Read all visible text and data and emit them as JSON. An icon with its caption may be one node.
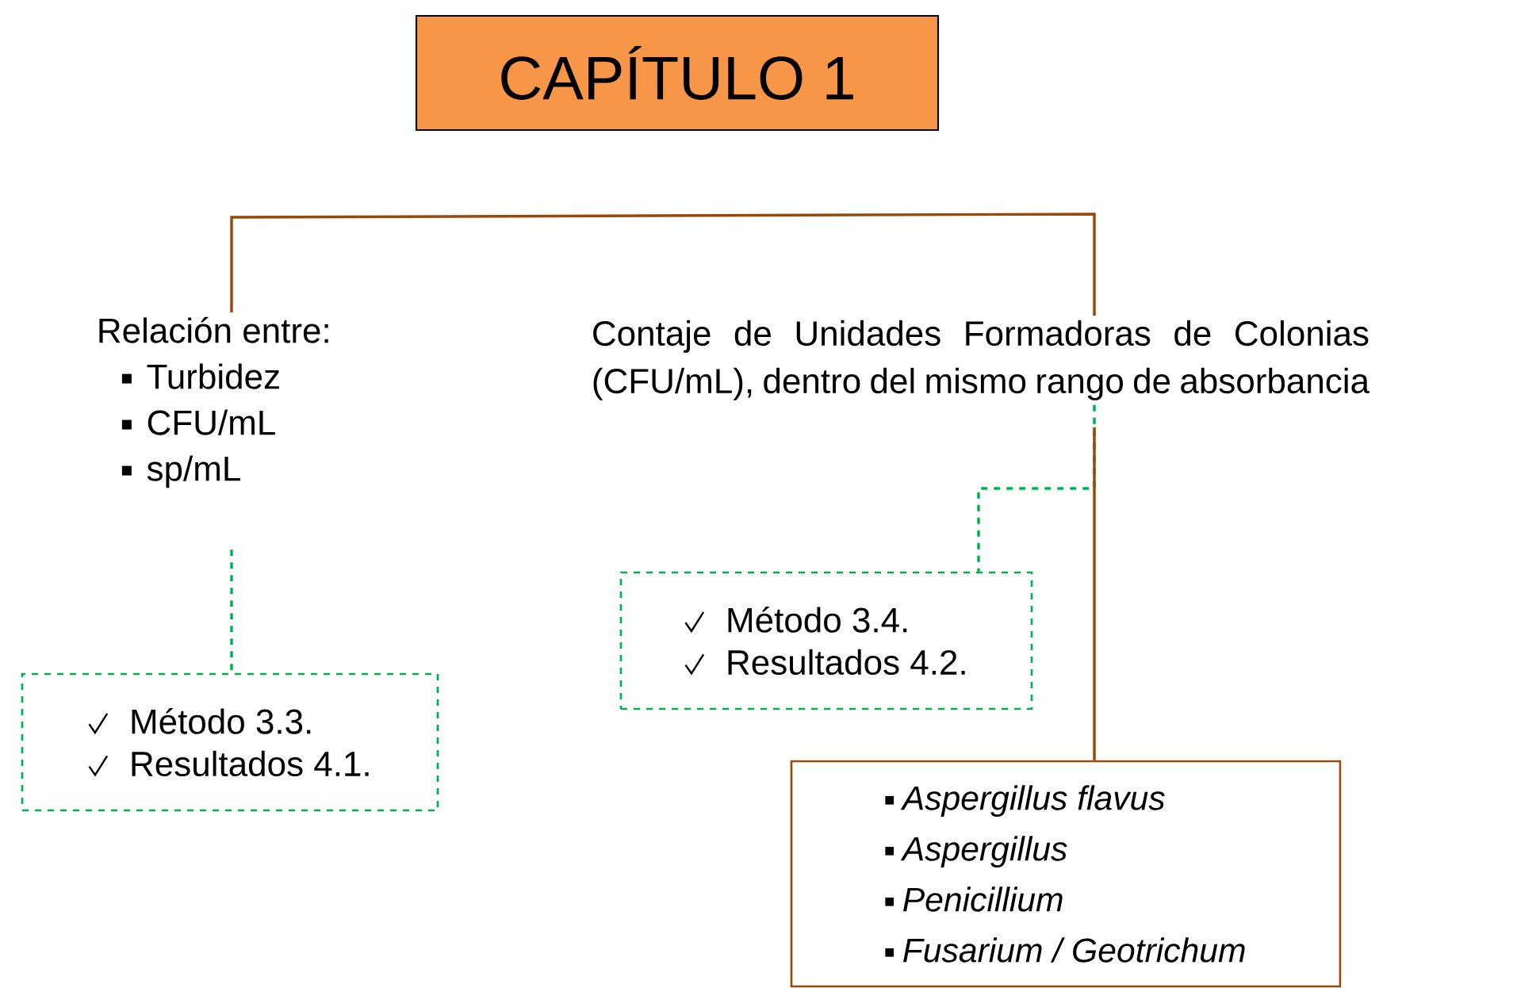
{
  "diagram": {
    "nodes": [
      {
        "text": [
          "CAPÍTULO 1"
        ]
      },
      {
        "text": [
          "Relación entre:",
          "Turbidez",
          "CFU/mL",
          "sp/mL"
        ]
      },
      {
        "text": [
          "Contaje de Unidades Formadoras de Colonias (CFU/mL), dentro del mismo rango de absorbancia"
        ]
      },
      {
        "text": [
          "Método 3.3.",
          "Resultados 4.1."
        ]
      },
      {
        "text": [
          "Método 3.4.",
          "Resultados 4.2."
        ]
      },
      {
        "text": [
          "Aspergillus flavus",
          "Aspergillus",
          "Penicillium",
          "Fusarium / Geotrichum"
        ]
      }
    ],
    "edges": [
      {
        "from": 1,
        "to": 2,
        "arrow": "none",
        "color": "#984807"
      },
      {
        "from": 1,
        "to": 3,
        "arrow": "none",
        "style": "dashed",
        "color": "#00b050"
      },
      {
        "from": 2,
        "to": 4,
        "arrow": "none",
        "style": "dashed",
        "color": "#00b050"
      },
      {
        "from": 2,
        "to": 5,
        "arrow": "none",
        "color": "#984807"
      }
    ]
  }
}
